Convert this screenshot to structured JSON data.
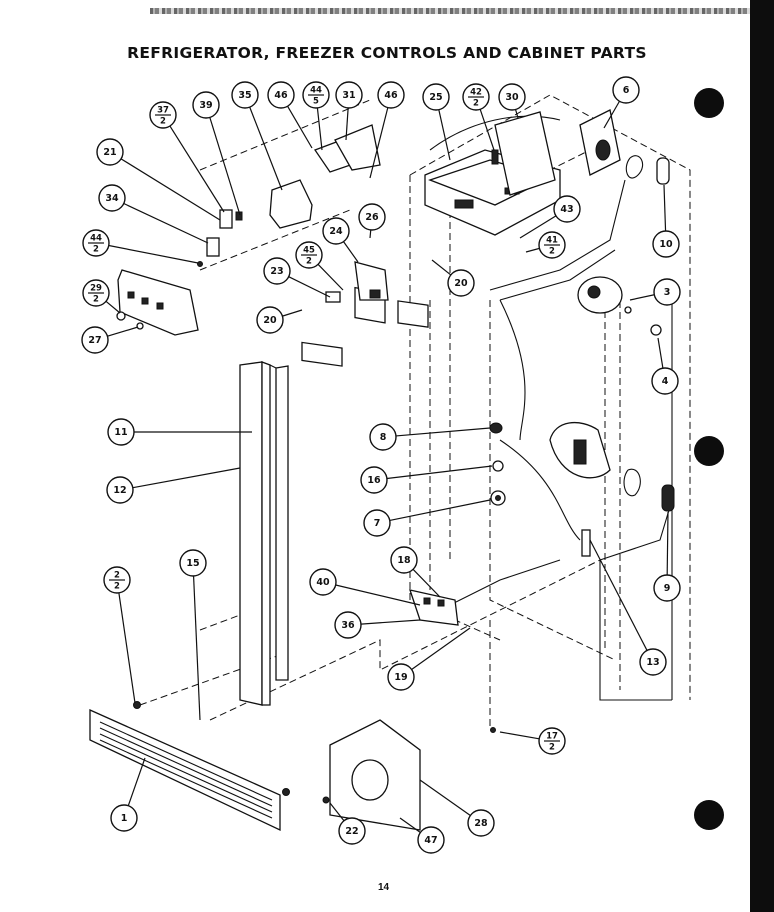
{
  "page": {
    "title": "REFRIGERATOR, FREEZER CONTROLS AND CABINET PARTS",
    "page_number": "14"
  },
  "callouts": [
    {
      "label": "6"
    },
    {
      "label": "30"
    },
    {
      "label": "42",
      "qty": "2"
    },
    {
      "label": "25"
    },
    {
      "label": "46"
    },
    {
      "label": "31"
    },
    {
      "label": "44",
      "qty": "5"
    },
    {
      "label": "46"
    },
    {
      "label": "35"
    },
    {
      "label": "39"
    },
    {
      "label": "37",
      "qty": "2"
    },
    {
      "label": "21"
    },
    {
      "label": "34"
    },
    {
      "label": "44",
      "qty": "2"
    },
    {
      "label": "29",
      "qty": "2"
    },
    {
      "label": "27"
    },
    {
      "label": "26"
    },
    {
      "label": "24"
    },
    {
      "label": "45",
      "qty": "2"
    },
    {
      "label": "20"
    },
    {
      "label": "23"
    },
    {
      "label": "20"
    },
    {
      "label": "43"
    },
    {
      "label": "41",
      "qty": "2"
    },
    {
      "label": "10"
    },
    {
      "label": "3"
    },
    {
      "label": "4"
    },
    {
      "label": "11"
    },
    {
      "label": "12"
    },
    {
      "label": "8"
    },
    {
      "label": "16"
    },
    {
      "label": "7"
    },
    {
      "label": "9"
    },
    {
      "label": "15"
    },
    {
      "label": "2",
      "qty": "2"
    },
    {
      "label": "18"
    },
    {
      "label": "40"
    },
    {
      "label": "36"
    },
    {
      "label": "19"
    },
    {
      "label": "13"
    },
    {
      "label": "17",
      "qty": "2"
    },
    {
      "label": "1"
    },
    {
      "label": "28"
    },
    {
      "label": "22"
    },
    {
      "label": "47"
    }
  ]
}
